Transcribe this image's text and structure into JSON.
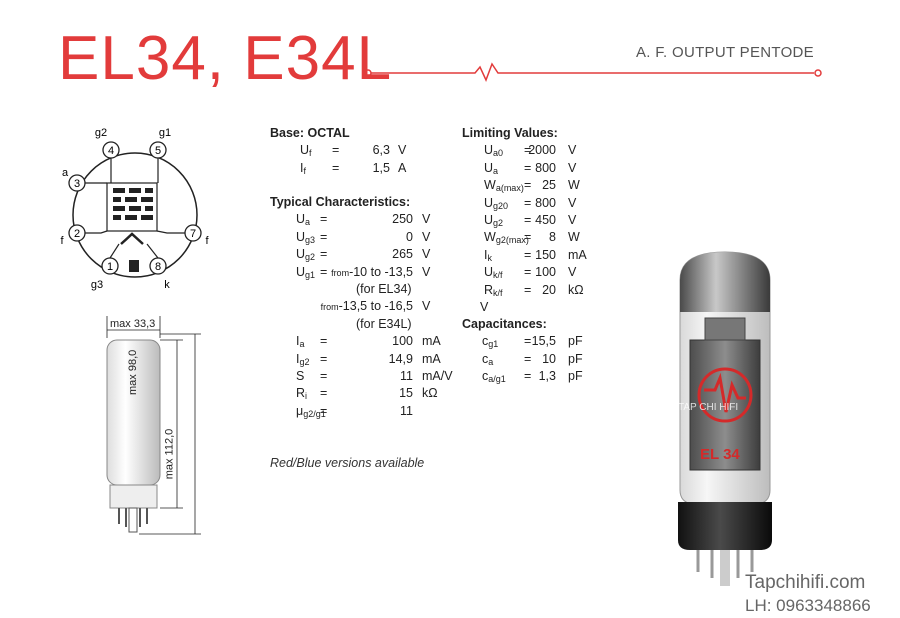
{
  "header": {
    "title": "EL34, E34L",
    "subtitle": "A. F. OUTPUT PENTODE",
    "accent_color": "#e23b3b"
  },
  "pin_diagram": {
    "pins": [
      {
        "num": "4",
        "label": "g2"
      },
      {
        "num": "5",
        "label": "g1"
      },
      {
        "num": "3",
        "label": "a"
      },
      {
        "num": "2",
        "label": "f"
      },
      {
        "num": "7",
        "label": "f"
      },
      {
        "num": "1",
        "label": "g3"
      },
      {
        "num": "8",
        "label": "k"
      }
    ]
  },
  "dimensions": {
    "width": "max 33,3",
    "body_height": "max 98,0",
    "total_height": "max 112,0"
  },
  "base": {
    "heading": "Base: OCTAL",
    "rows": [
      {
        "sym": "U",
        "sub": "f",
        "eq": "=",
        "val": "6,3",
        "unit": "V"
      },
      {
        "sym": "I",
        "sub": "f",
        "eq": "=",
        "val": "1,5",
        "unit": "A"
      }
    ]
  },
  "typical": {
    "heading": "Typical Characteristics:",
    "rows": [
      {
        "sym": "U",
        "sub": "a",
        "eq": "=",
        "val": "250",
        "unit": "V"
      },
      {
        "sym": "U",
        "sub": "g3",
        "eq": "=",
        "val": "0",
        "unit": "V"
      },
      {
        "sym": "U",
        "sub": "g2",
        "eq": "=",
        "val": "265",
        "unit": "V"
      },
      {
        "sym": "U",
        "sub": "g1",
        "eq": "=",
        "val": "-10 to -13,5",
        "unit": "V",
        "pre": "from"
      },
      {
        "sym": "",
        "sub": "",
        "eq": "",
        "val": "(for EL34)",
        "unit": ""
      },
      {
        "sym": "",
        "sub": "",
        "eq": "",
        "val": "-13,5 to -16,5",
        "unit": "V",
        "pre": "from"
      },
      {
        "sym": "",
        "sub": "",
        "eq": "",
        "val": "(for E34L)",
        "unit": ""
      },
      {
        "sym": "I",
        "sub": "a",
        "eq": "=",
        "val": "100",
        "unit": "mA"
      },
      {
        "sym": "I",
        "sub": "g2",
        "eq": "=",
        "val": "14,9",
        "unit": "mA"
      },
      {
        "sym": "S",
        "sub": "",
        "eq": "=",
        "val": "11",
        "unit": "mA/V"
      },
      {
        "sym": "R",
        "sub": "i",
        "eq": "=",
        "val": "15",
        "unit": "kΩ"
      },
      {
        "sym": "μ",
        "sub": "g2/g1",
        "eq": "=",
        "val": "11",
        "unit": ""
      }
    ],
    "note": "Red/Blue versions available"
  },
  "limiting": {
    "heading": "Limiting Values:",
    "rows": [
      {
        "sym": "U",
        "sub": "a0",
        "eq": "=",
        "val": "2000",
        "unit": "V"
      },
      {
        "sym": "U",
        "sub": "a",
        "eq": "=",
        "val": "800",
        "unit": "V"
      },
      {
        "sym": "W",
        "sub": "a(max)",
        "eq": "=",
        "val": "25",
        "unit": "W"
      },
      {
        "sym": "U",
        "sub": "g20",
        "eq": "=",
        "val": "800",
        "unit": "V"
      },
      {
        "sym": "U",
        "sub": "g2",
        "eq": "=",
        "val": "450",
        "unit": "V"
      },
      {
        "sym": "W",
        "sub": "g2(max)",
        "eq": "=",
        "val": "8",
        "unit": "W"
      },
      {
        "sym": "I",
        "sub": "k",
        "eq": "=",
        "val": "150",
        "unit": "mA"
      },
      {
        "sym": "U",
        "sub": "k/f",
        "eq": "=",
        "val": "100",
        "unit": "V"
      },
      {
        "sym": "R",
        "sub": "k/f",
        "eq": "=",
        "val": "20",
        "unit": "kΩ"
      },
      {
        "sym": "",
        "sub": "",
        "eq": "",
        "val": "V",
        "unit": ""
      }
    ]
  },
  "capacitances": {
    "heading": "Capacitances:",
    "rows": [
      {
        "sym": "c",
        "sub": "g1",
        "eq": "=",
        "val": "15,5",
        "unit": "pF"
      },
      {
        "sym": "c",
        "sub": "a",
        "eq": "=",
        "val": "10",
        "unit": "pF"
      },
      {
        "sym": "c",
        "sub": "a/g1",
        "eq": "=",
        "val": "1,3",
        "unit": "pF"
      }
    ]
  },
  "tube_photo": {
    "logo_label": "EL 34",
    "overlay_text": "TAP CHI HIFI"
  },
  "watermark": {
    "site": "Tapchihifi.com",
    "phone": "LH: 0963348866"
  }
}
